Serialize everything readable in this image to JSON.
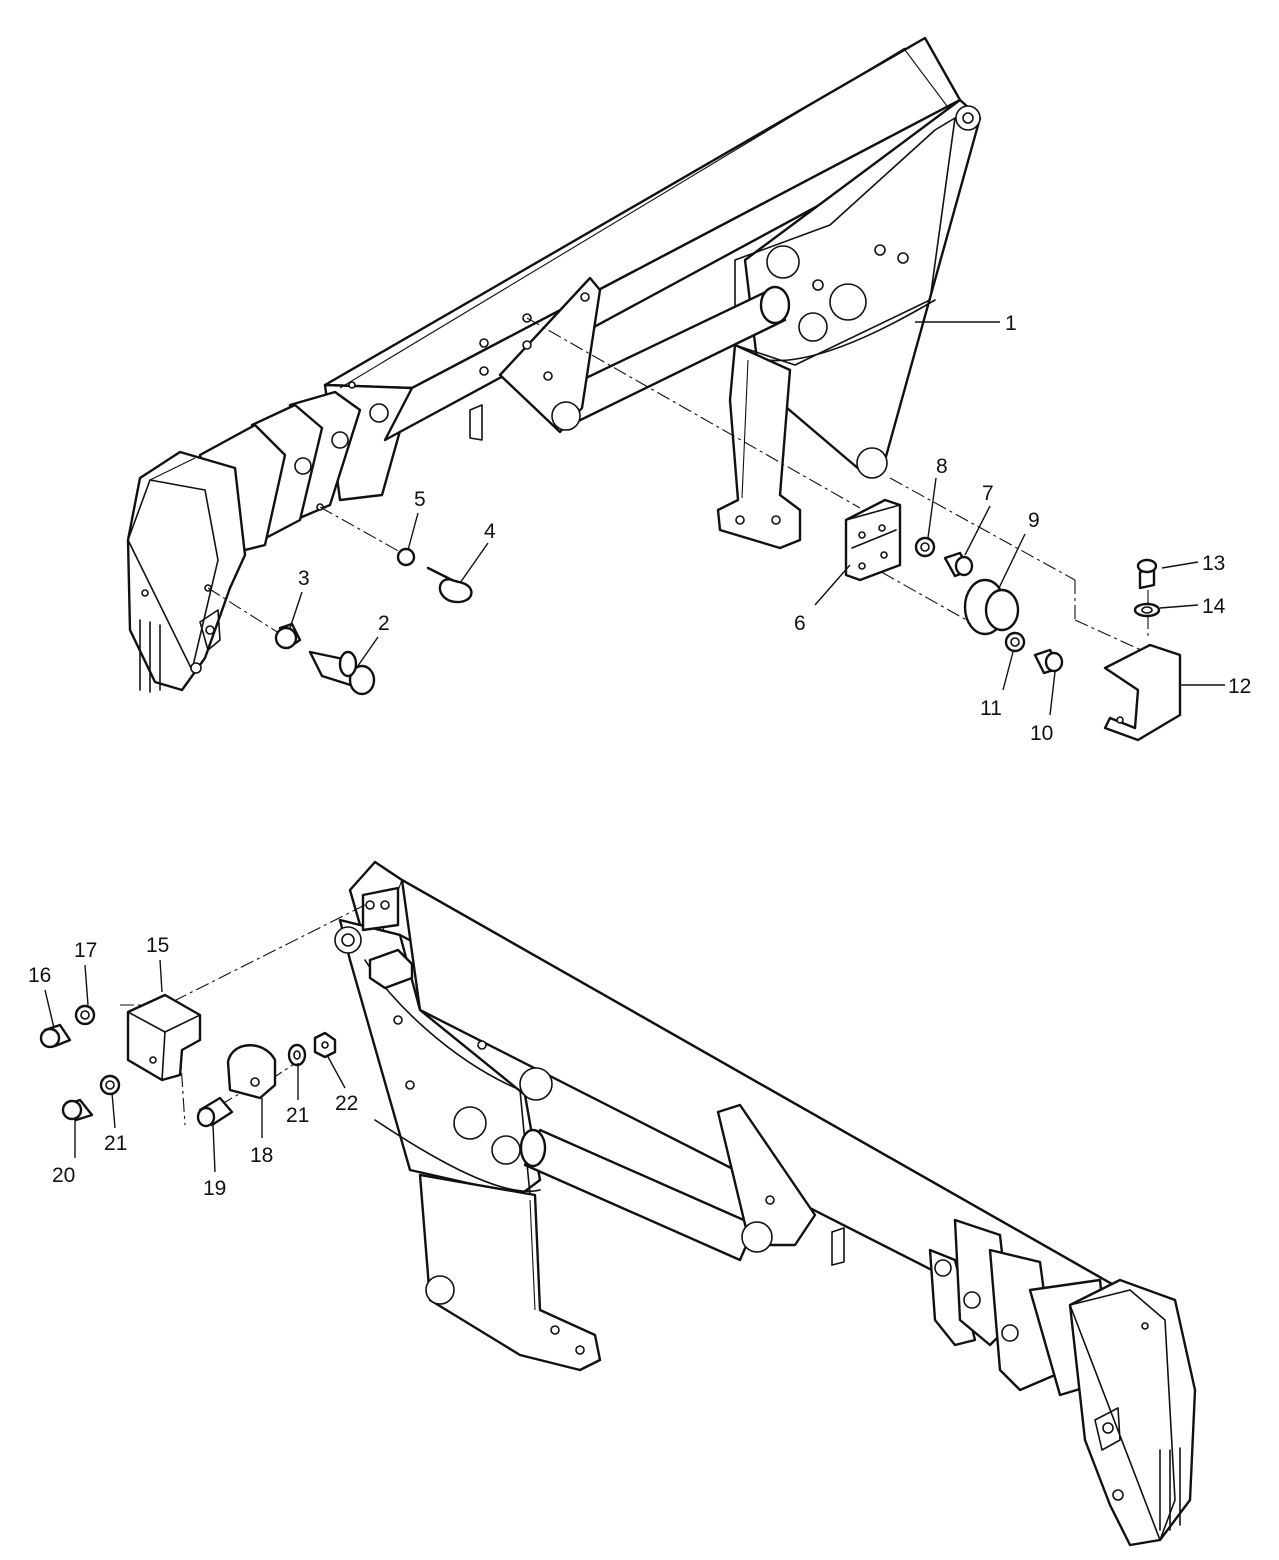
{
  "callouts": {
    "c1": "1",
    "c2": "2",
    "c3": "3",
    "c4": "4",
    "c5": "5",
    "c6": "6",
    "c7": "7",
    "c8": "8",
    "c9": "9",
    "c10": "10",
    "c11": "11",
    "c12": "12",
    "c13": "13",
    "c14": "14",
    "c15": "15",
    "c16": "16",
    "c17": "17",
    "c18": "18",
    "c19": "19",
    "c20": "20",
    "c21a": "21",
    "c21b": "21",
    "c22": "22"
  }
}
